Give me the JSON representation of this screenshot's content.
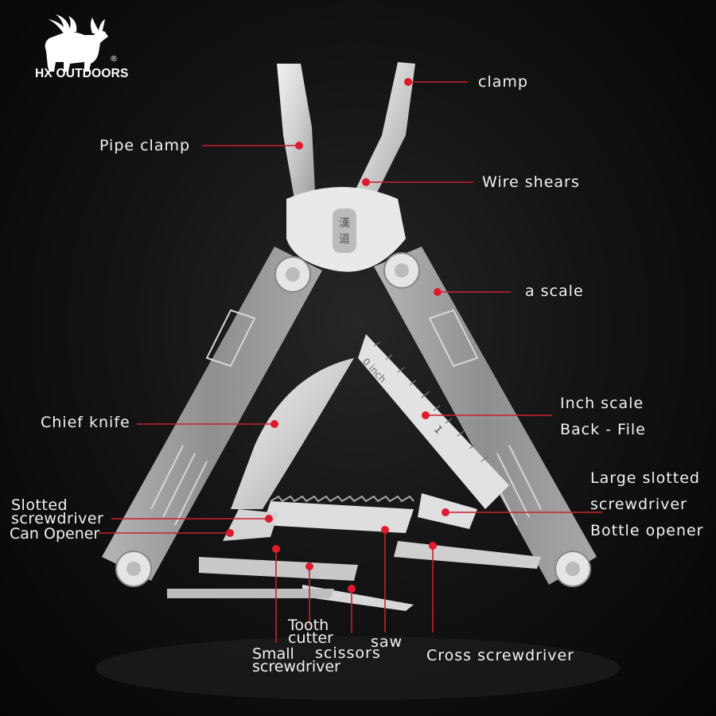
{
  "brand": {
    "name": "HX OUTDOORS",
    "registered_mark": "®",
    "logo_icon": "elk-head-icon"
  },
  "product": {
    "type": "multi-tool pliers",
    "ruler_text": "0 inch",
    "ruler_mark": "1",
    "pivot_engraving": "漢道"
  },
  "colors": {
    "background": "#0b0b0b",
    "callout_line": "#c8202e",
    "callout_dot": "#e0192e",
    "label_text": "#f2f2f2",
    "steel_light": "#d9d9d9",
    "steel_handle": "#9a9a9a"
  },
  "callouts": [
    {
      "id": "clamp",
      "text": "clamp"
    },
    {
      "id": "pipe_clamp",
      "text": "Pipe clamp"
    },
    {
      "id": "wire_shears",
      "text": "Wire shears"
    },
    {
      "id": "a_scale",
      "text": "a scale"
    },
    {
      "id": "inch_scale",
      "text": "Inch scale"
    },
    {
      "id": "back_file",
      "text": "Back - File"
    },
    {
      "id": "chief_knife",
      "text": "Chief knife"
    },
    {
      "id": "large_slotted",
      "text": "Large slotted"
    },
    {
      "id": "large_slotted_2",
      "text": "screwdriver"
    },
    {
      "id": "bottle_opener",
      "text": "Bottle opener"
    },
    {
      "id": "slotted",
      "text": "Slotted"
    },
    {
      "id": "slotted_2",
      "text": "screwdriver"
    },
    {
      "id": "can_opener",
      "text": "Can Opener"
    },
    {
      "id": "tooth",
      "text": "Tooth"
    },
    {
      "id": "cutter",
      "text": "cutter"
    },
    {
      "id": "small",
      "text": "Small"
    },
    {
      "id": "small_2",
      "text": "screwdriver"
    },
    {
      "id": "scissors",
      "text": "scissors"
    },
    {
      "id": "saw",
      "text": "saw"
    },
    {
      "id": "cross_screwdriver",
      "text": "Cross screwdriver"
    }
  ]
}
